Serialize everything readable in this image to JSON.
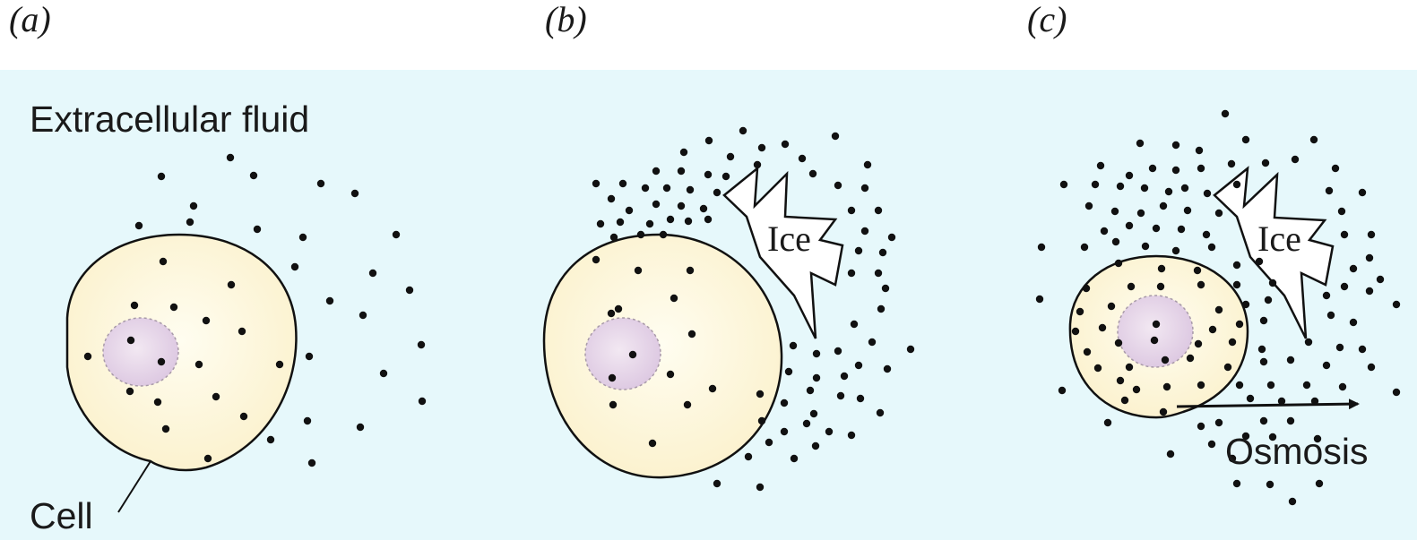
{
  "panels": [
    {
      "label": "(a)"
    },
    {
      "label": "(b)"
    },
    {
      "label": "(c)"
    }
  ],
  "labels": {
    "extracellular": "Extracellular fluid",
    "cell": "Cell",
    "ice": "Ice",
    "osmosis": "Osmosis"
  },
  "colors": {
    "background": "#e6f8fb",
    "cell_fill": "#fdf6d8",
    "nucleus_fill": "#e7d6ea",
    "ink": "#111111"
  }
}
